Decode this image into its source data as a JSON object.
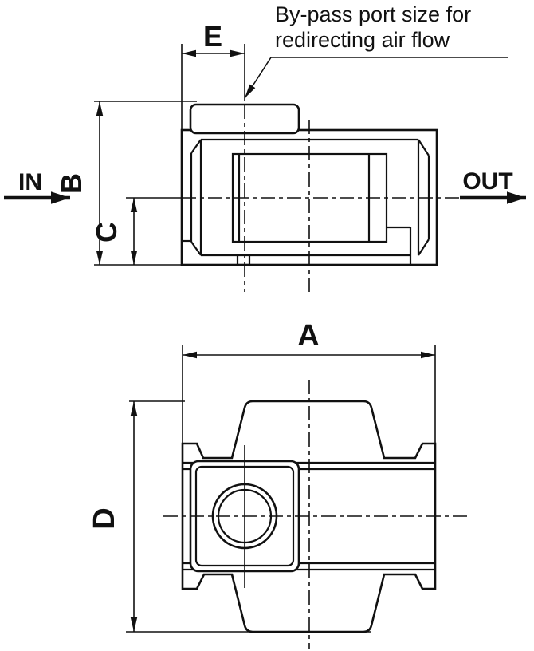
{
  "annotation": {
    "line1": "By-pass port size for",
    "line2": "redirecting air flow"
  },
  "flow": {
    "in_label": "IN",
    "out_label": "OUT"
  },
  "dim_labels": {
    "a": "A",
    "b": "B",
    "c": "C",
    "d": "D",
    "e": "E"
  },
  "colors": {
    "line": "#111111",
    "background": "#ffffff"
  }
}
